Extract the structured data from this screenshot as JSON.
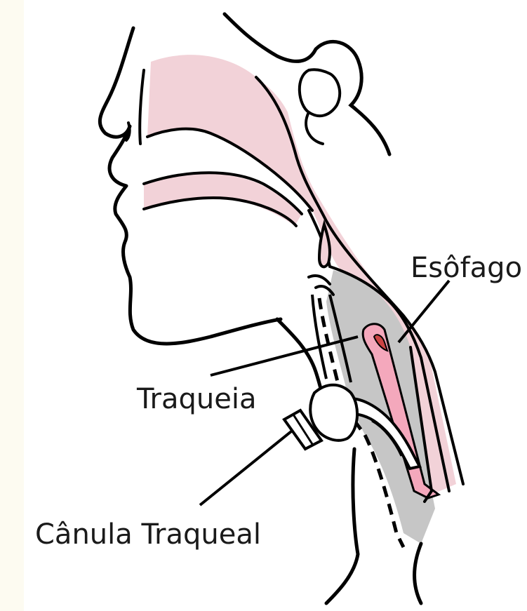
{
  "diagram": {
    "labels": {
      "esophagus": "Esôfago",
      "trachea": "Traqueia",
      "tracheal_cannula": "Cânula Traqueal"
    },
    "colors": {
      "airway_fill": "#f2d2d8",
      "esophagus_inner": "#f4a8bc",
      "tissue_gray": "#c6c6c6",
      "outline": "#000000",
      "side_strip": "#fdfbf1"
    }
  }
}
